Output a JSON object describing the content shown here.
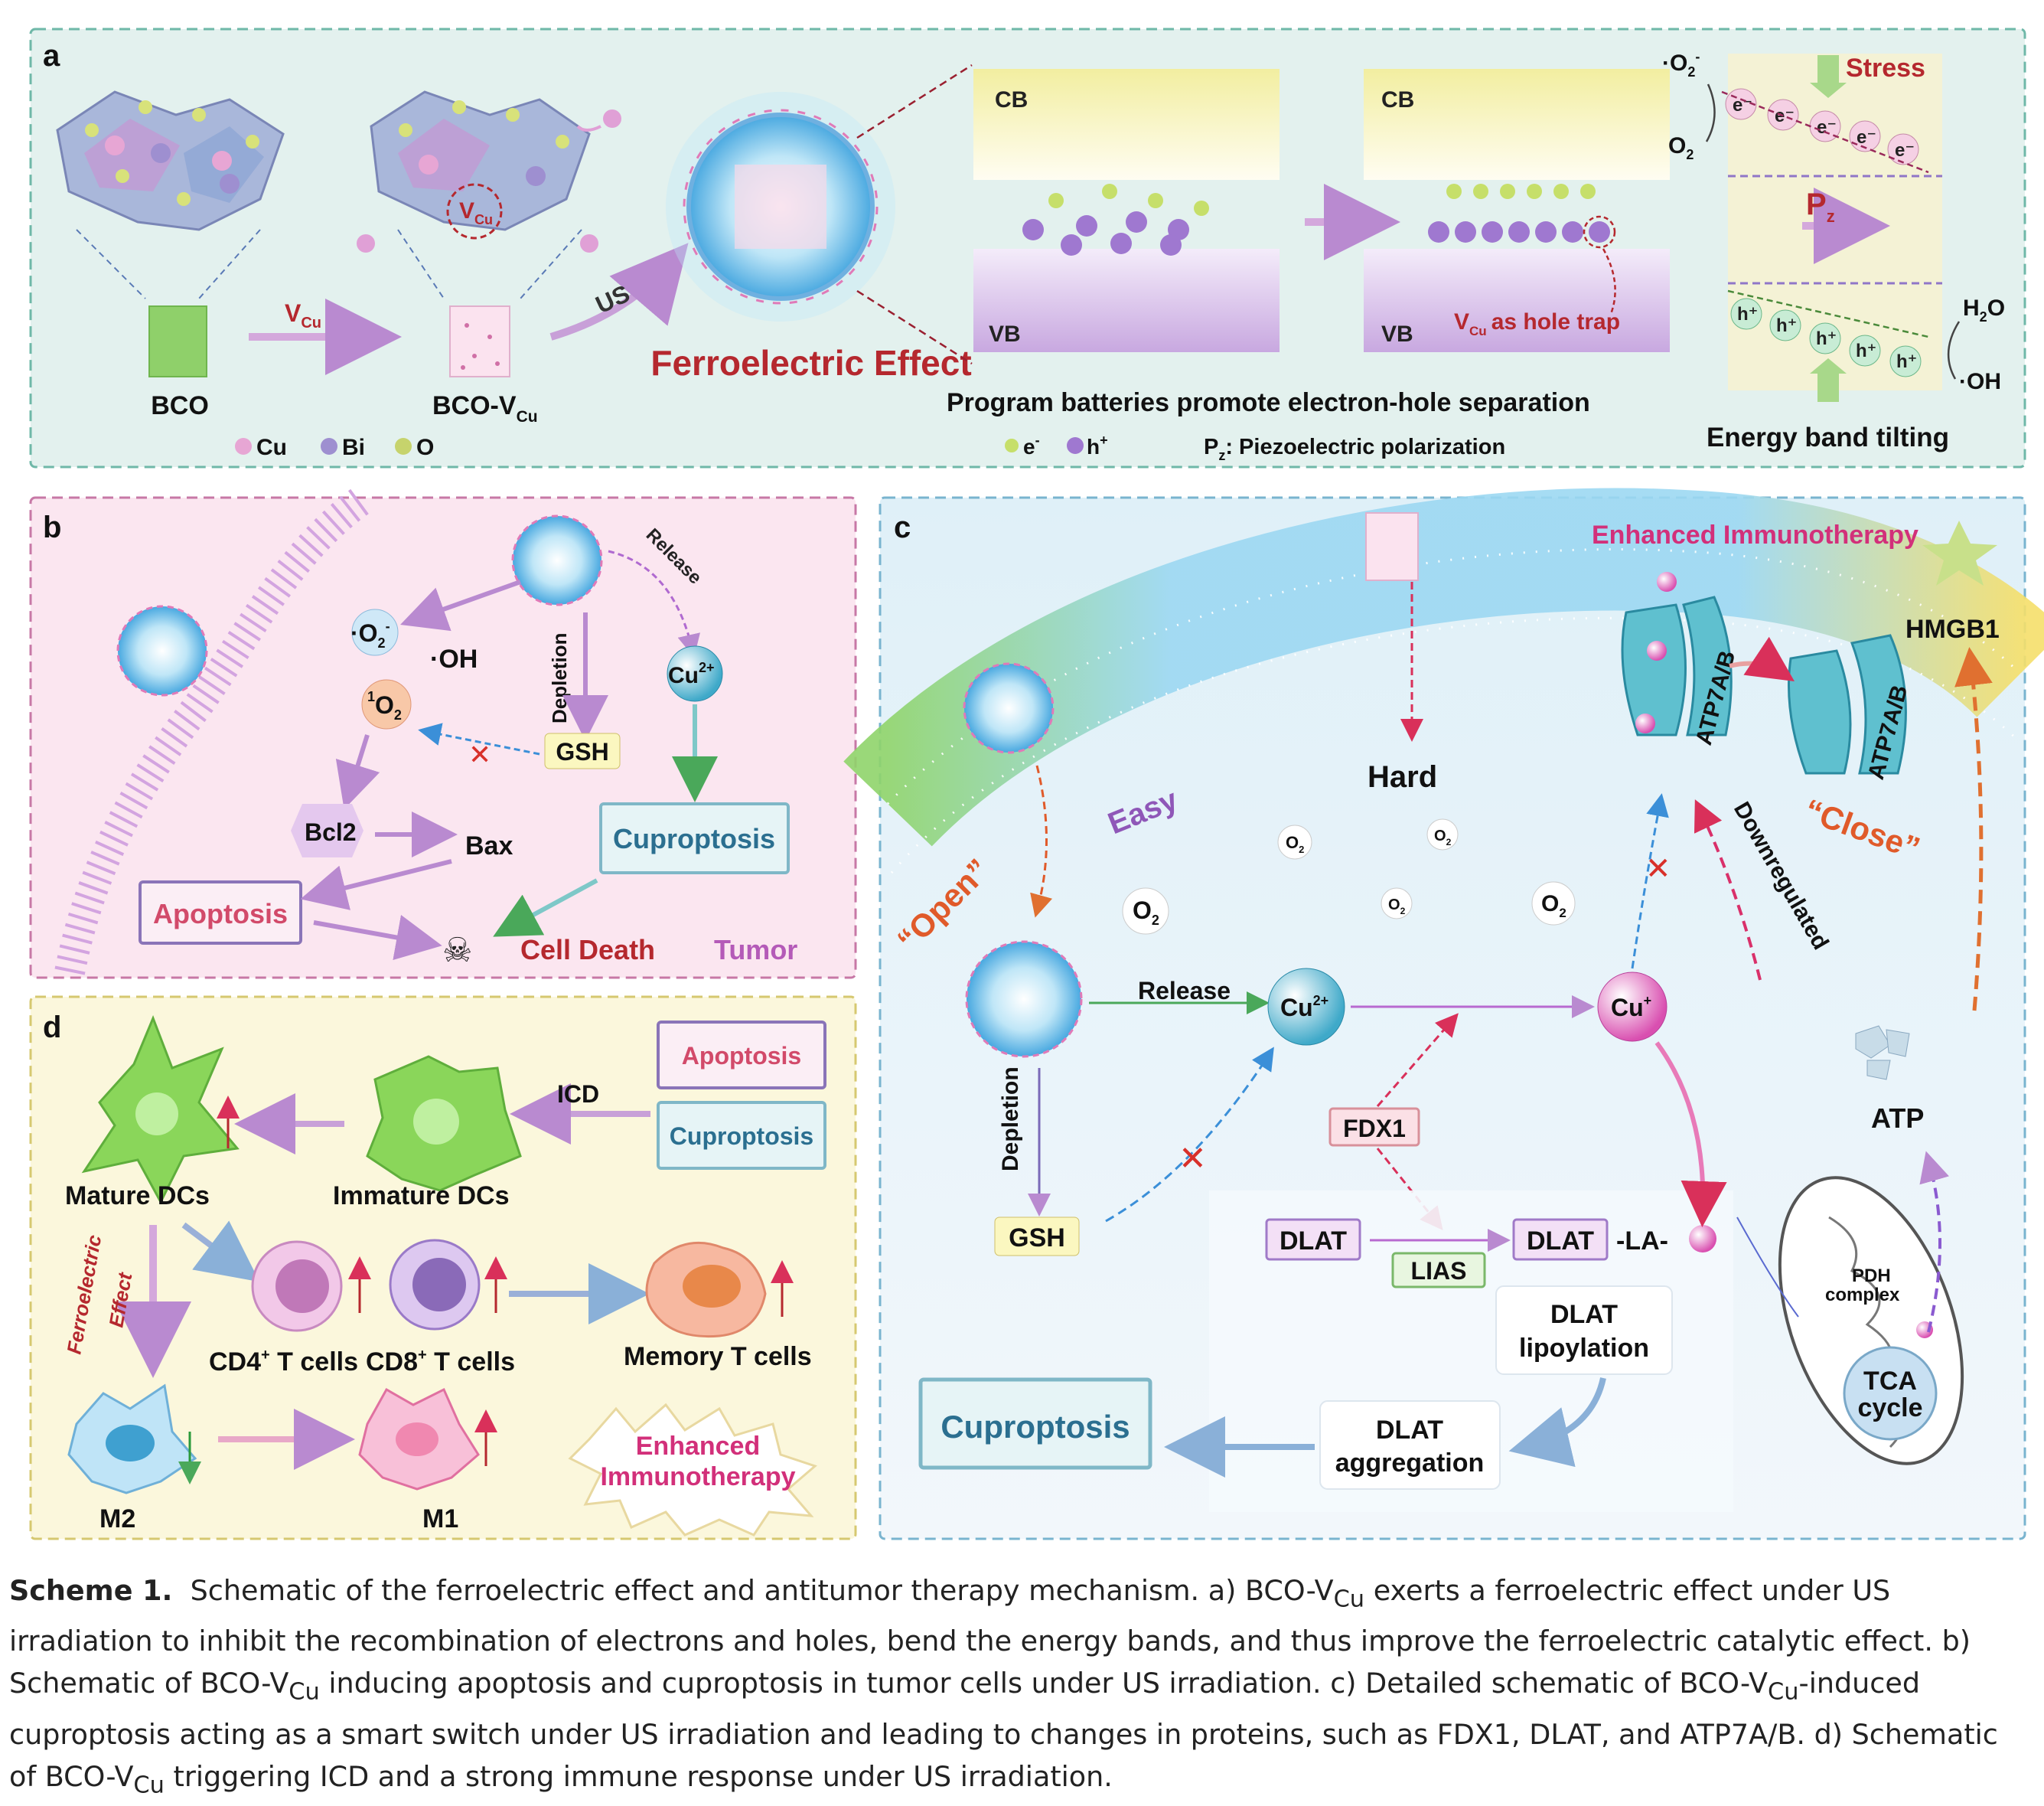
{
  "colors": {
    "panel_a_bg": "#e3f1ee",
    "panel_a_border": "#6fb8a8",
    "panel_b_bg": "#fbe6f0",
    "panel_b_border": "#c778a6",
    "panel_c_bg": "#e9f3fa",
    "panel_c_border": "#79b4cf",
    "panel_d_bg": "#fbf7dc",
    "panel_d_border": "#d6c870",
    "dark_red": "#b5282e",
    "purple": "#8f57b8",
    "green": "#7fcf5b",
    "membrane_blue": "#a9d8f0"
  },
  "panel_a": {
    "letter": "a",
    "bco_label": "BCO",
    "vcu_label": "V",
    "vcu_sub": "Cu",
    "bco_vcu_label": "BCO-V",
    "bco_vcu_sub": "Cu",
    "us_label": "US",
    "ferroelectric_label": "Ferroelectric Effect",
    "legend_cu": "Cu",
    "legend_bi": "Bi",
    "legend_o": "O",
    "cb_left": "CB",
    "vb_left": "VB",
    "cb_right": "CB",
    "vb_right": "VB",
    "hole_trap_v": "V",
    "hole_trap_sub": "Cu",
    "hole_trap_text": "as hole trap",
    "program_caption": "Program batteries promote electron-hole separation",
    "legend_e": "e",
    "legend_e_sup": "-",
    "legend_h": "h",
    "legend_h_sup": "+",
    "pz_label": "P",
    "pz_sub": "z",
    "pz_text": ": Piezoelectric polarization",
    "o2_rad": "·O",
    "o2_rad_sub": "2",
    "o2_rad_sup": "-",
    "o2": "O",
    "o2_sub": "2",
    "stress": "Stress",
    "electron": "e",
    "electron_sup": "-",
    "hole": "h",
    "hole_sup": "+",
    "pz_big": "P",
    "pz_big_sub": "z",
    "h2o": "H",
    "h2o_sub": "2",
    "h2o_tail": "O",
    "oh": "·OH",
    "band_caption": "Energy band tilting"
  },
  "panel_b": {
    "letter": "b",
    "release": "Release",
    "o2_rad": "·O",
    "o2_rad_sub": "2",
    "o2_rad_sup": "-",
    "oh": "·OH",
    "singlet_sup": "1",
    "singlet": "O",
    "singlet_sub": "2",
    "depletion": "Depletion",
    "cu2": "Cu",
    "cu2_sup": "2+",
    "gsh": "GSH",
    "bcl2": "Bcl2",
    "bax": "Bax",
    "cuproptosis": "Cuproptosis",
    "apoptosis": "Apoptosis",
    "cell_death": "Cell Death",
    "tumor": "Tumor"
  },
  "panel_c": {
    "letter": "c",
    "enhanced": "Enhanced Immunotherapy",
    "atp7ab": "ATP7A/B",
    "hmgb1": "HMGB1",
    "hard": "Hard",
    "easy": "Easy",
    "open": "“Open”",
    "close": "“Close”",
    "downregulated": "Downregulated",
    "o2": "O",
    "o2_sub": "2",
    "release": "Release",
    "cu2": "Cu",
    "cu2_sup": "2+",
    "cu1": "Cu",
    "cu1_sup": "+",
    "depletion": "Depletion",
    "gsh": "GSH",
    "fdx1": "FDX1",
    "dlat": "DLAT",
    "lias": "LIAS",
    "la": "-LA-",
    "lipoylation_1": "DLAT",
    "lipoylation_2": "lipoylation",
    "aggregation_1": "DLAT",
    "aggregation_2": "aggregation",
    "cuproptosis": "Cuproptosis",
    "atp": "ATP",
    "pdh_1": "PDH",
    "pdh_2": "complex",
    "tca_1": "TCA",
    "tca_2": "cycle"
  },
  "panel_d": {
    "letter": "d",
    "apoptosis": "Apoptosis",
    "cuproptosis": "Cuproptosis",
    "icd": "ICD",
    "mature": "Mature DCs",
    "immature": "Immature DCs",
    "ferro_1": "Ferroelectric",
    "ferro_2": "Effect",
    "cd4": "CD4",
    "cd4_sup": "+",
    "cd4_tail": " T cells",
    "cd8": "CD8",
    "cd8_sup": "+",
    "cd8_tail": " T cells",
    "memory": "Memory T cells",
    "m2": "M2",
    "m1": "M1",
    "enhanced_1": "Enhanced",
    "enhanced_2": "Immunotherapy"
  },
  "caption": {
    "label": "Scheme 1.",
    "p1": "Schematic of the ferroelectric effect and antitumor therapy mechanism. a) BCO-V",
    "p2": " exerts a ferroelectric effect under US irradiation to inhibit the recombination of electrons and holes, bend the energy bands, and thus improve the ferroelectric catalytic effect. b) Schematic of BCO-V",
    "p3": " inducing apoptosis and cuproptosis in tumor cells under US irradiation. c) Detailed schematic of BCO-V",
    "p4": "-induced cuproptosis acting as a smart switch under US irradiation and leading to changes in proteins, such as FDX1, DLAT, and ATP7A/B. d) Schematic of BCO-V",
    "p5": " triggering ICD and a strong immune response under US irradiation.",
    "sub": "Cu"
  }
}
